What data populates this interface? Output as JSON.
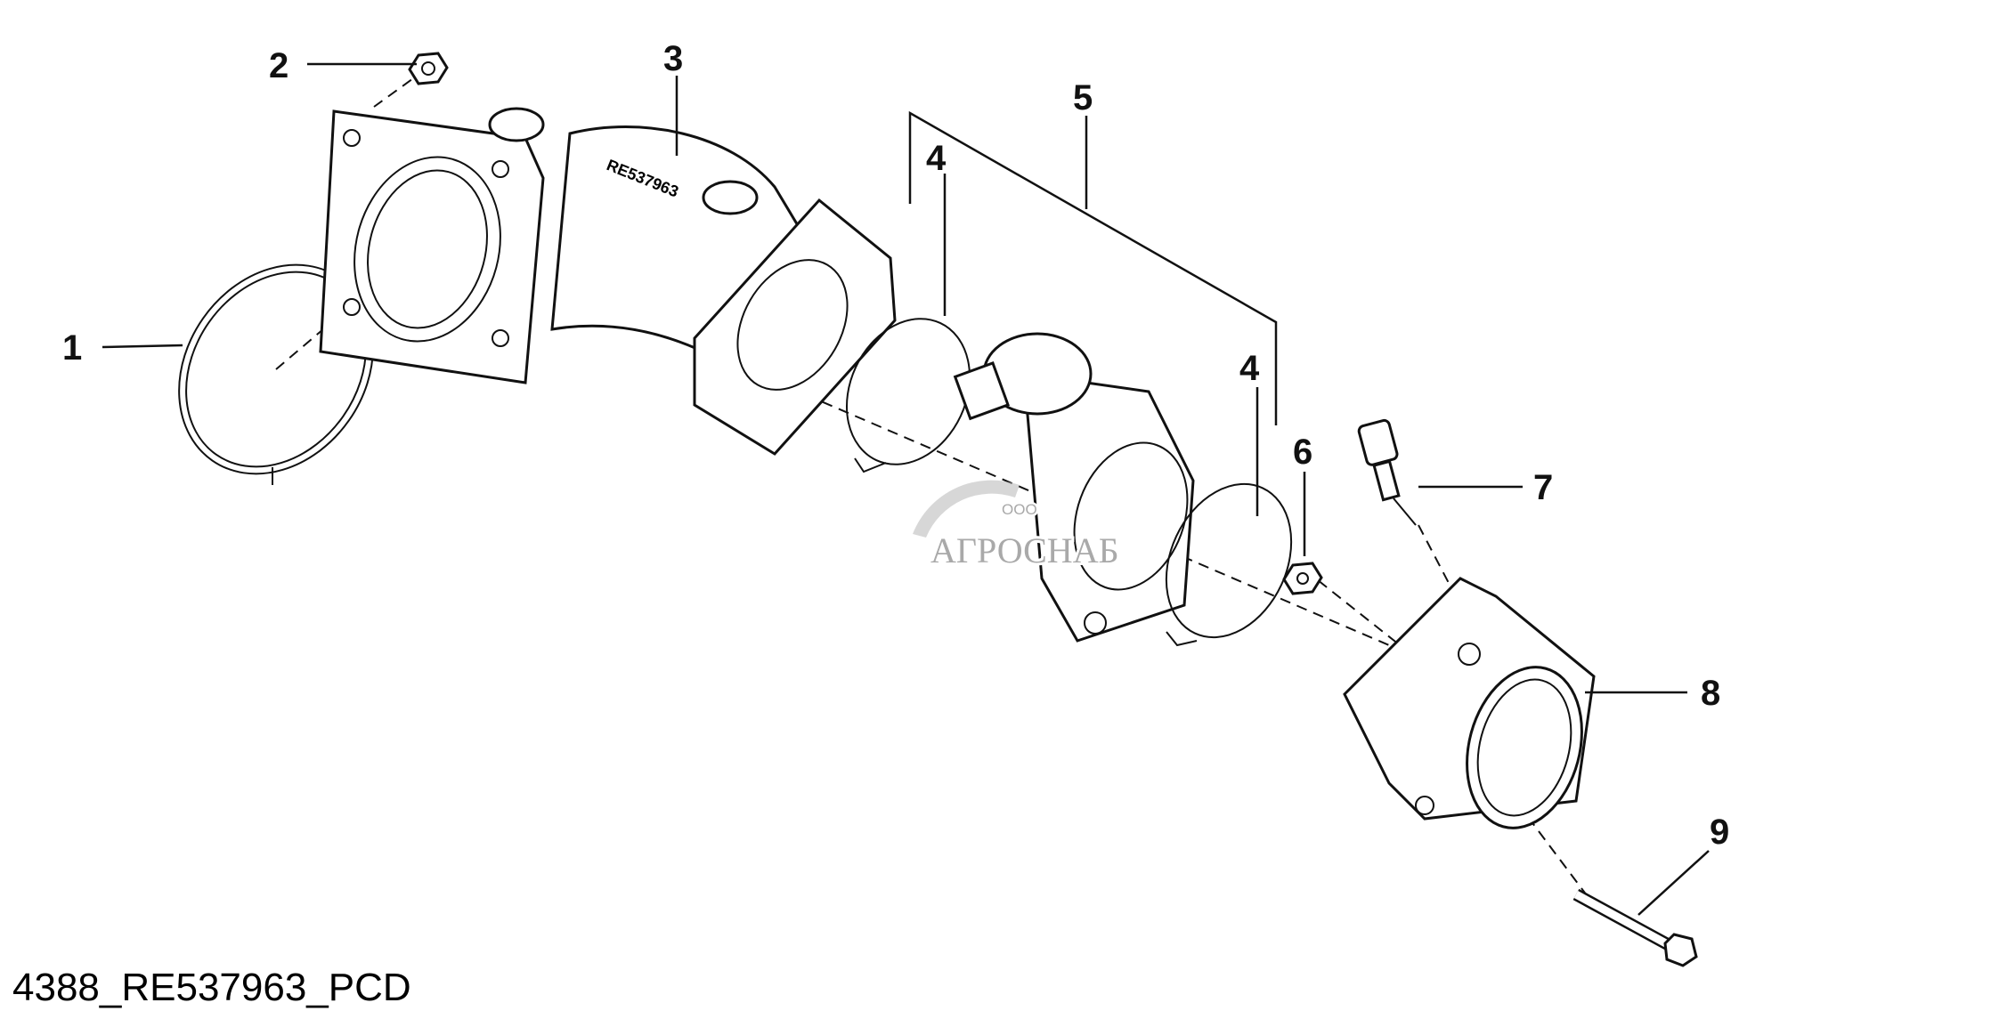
{
  "drawing_id": "4388_RE537963_PCD",
  "watermark": {
    "prefix": "ООО",
    "name": "АГРОСНАБ"
  },
  "callouts": [
    "1",
    "2",
    "3",
    "4",
    "5",
    "4",
    "6",
    "7",
    "8",
    "9"
  ],
  "part_marking": "RE537963"
}
